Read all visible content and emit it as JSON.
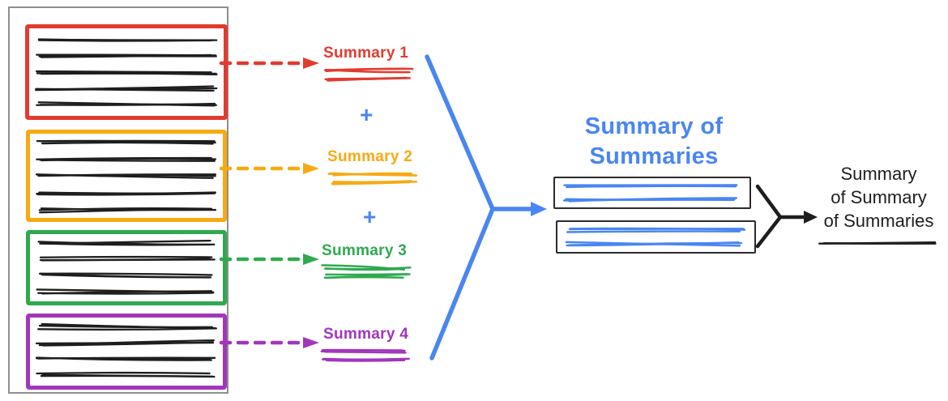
{
  "diagram": {
    "plus_sign": "+",
    "summaries": [
      {
        "label": "Summary 1",
        "color": "#e23b2e"
      },
      {
        "label": "Summary 2",
        "color": "#f8a912"
      },
      {
        "label": "Summary 3",
        "color": "#2fa94f"
      },
      {
        "label": "Summary 4",
        "color": "#a136bd"
      }
    ],
    "summary_of_summaries": {
      "title_line1": "Summary of",
      "title_line2": "Summaries"
    },
    "final_summary": {
      "line1": "Summary",
      "line2": "of Summary",
      "line3": "of Summaries"
    },
    "colors": {
      "blue": "#4a86f2",
      "ink": "#1e1e1e",
      "panel_border": "#8e8e8e",
      "box_border": "#2b2b2b"
    }
  }
}
